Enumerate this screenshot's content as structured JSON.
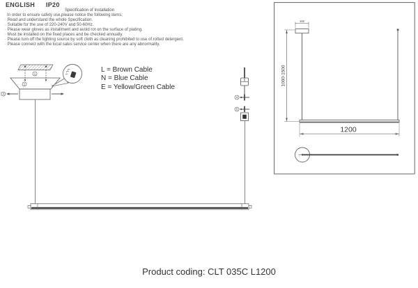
{
  "header": {
    "language": "ENGLISH",
    "ip_rating": "IP20"
  },
  "spec": {
    "title": "Specification of Installation",
    "intro": "In order to ensure safety use,please notice the following items;",
    "items": [
      "· Read and understand the whole Specification.",
      "· Suitable for the use of 220-240V and 50-60Hz.",
      "· Please wear gloves as installment and avoid rot on the surface of plating.",
      "· Must be installed on the fixed places and be checked annually.",
      "· Please turn off the lighting source by soft cloth as cleaning prohibited to use of rotted detergent.",
      "· Please connect with the local sales service center when there are any abnormality."
    ]
  },
  "cable_legend": {
    "l": "L = Brown Cable",
    "n": "N = Blue Cable",
    "e": "E = Yellow/Green Cable"
  },
  "mount_diagram": {
    "callout_1": "1",
    "callout_2": "2",
    "callout_3": "3"
  },
  "adjuster_detail": {
    "callout_4": "4",
    "callout_5": "5"
  },
  "dimension_panel": {
    "canopy_width": "162",
    "suspension_height": "1000-1500",
    "fixture_length": "1200"
  },
  "footer": {
    "product_coding": "Product coding: CLT 035C L1200"
  },
  "colors": {
    "line": "#5a5a5a",
    "dark": "#333333",
    "text": "#555555"
  }
}
